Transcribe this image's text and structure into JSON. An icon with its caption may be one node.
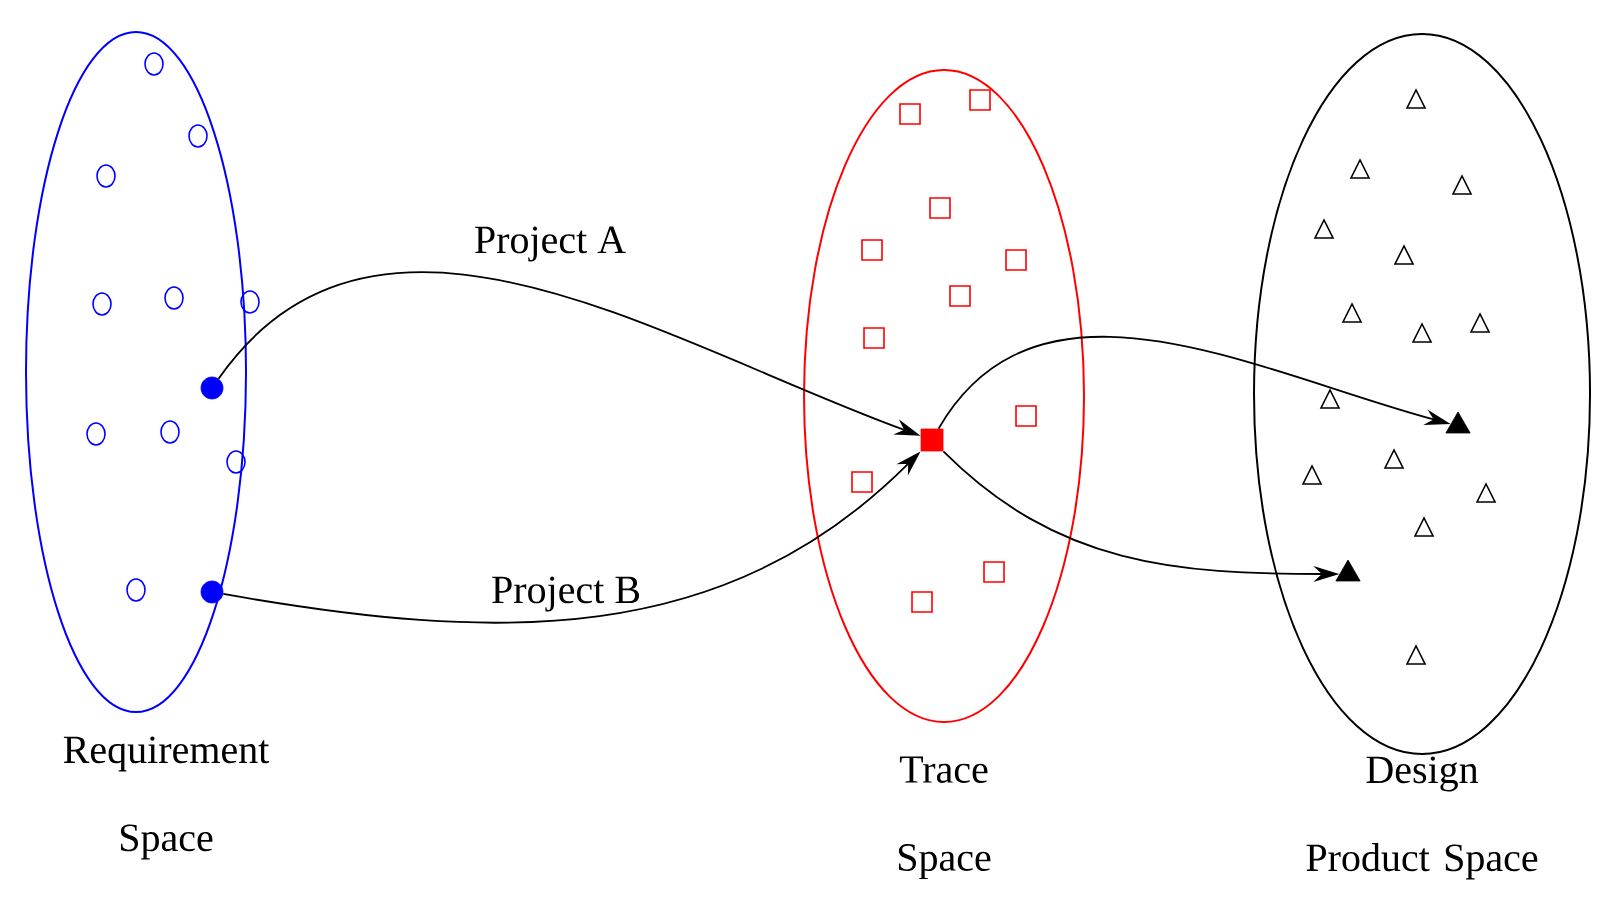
{
  "diagram": {
    "nodes": [
      {
        "text": [
          "Requirement Space"
        ]
      },
      {
        "text": [
          "Trace Space"
        ]
      },
      {
        "text": [
          "Design Product Space"
        ]
      },
      {
        "text": [],
        "shape": "circle",
        "in": 0
      },
      {
        "text": [],
        "shape": "circle",
        "in": 0
      },
      {
        "text": [],
        "shape": "box",
        "in": 1
      },
      {
        "text": [],
        "shape": "triangle",
        "in": 2
      },
      {
        "text": [],
        "shape": "triangle",
        "in": 2
      }
    ],
    "edges": [
      {
        "from": 3,
        "to": 5,
        "arrow": "to",
        "label": "Project A"
      },
      {
        "from": 4,
        "to": 5,
        "arrow": "to",
        "label": "Project B"
      },
      {
        "from": 5,
        "to": 6,
        "arrow": "to"
      },
      {
        "from": 5,
        "to": 7,
        "arrow": "to"
      }
    ]
  }
}
